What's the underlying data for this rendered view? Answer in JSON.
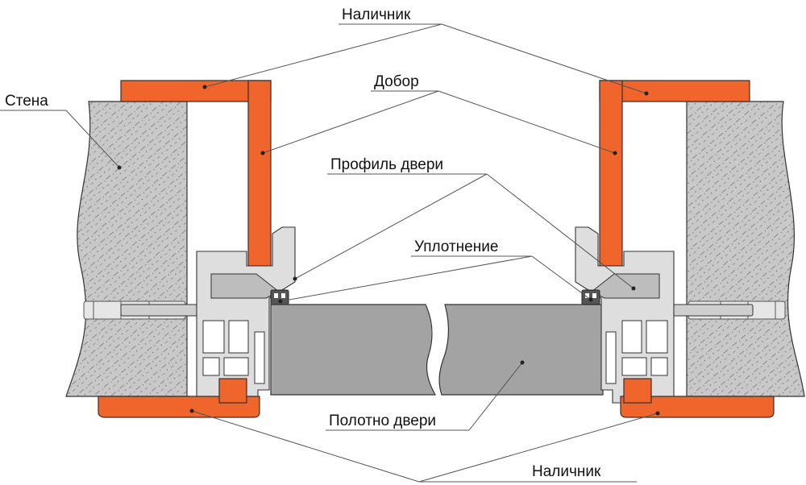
{
  "labels": {
    "nalichnik_top": "Наличник",
    "stena": "Стена",
    "dobor": "Добор",
    "profil_dveri": "Профиль двери",
    "uplotnenie": "Уплотнение",
    "polotno_dveri": "Полотно двери",
    "nalichnik_bottom": "Наличник"
  },
  "colors": {
    "trim": "#f0652b",
    "wall": "#c8c8c8",
    "door_leaf": "#a3a3a3",
    "profile": "#dedede"
  }
}
